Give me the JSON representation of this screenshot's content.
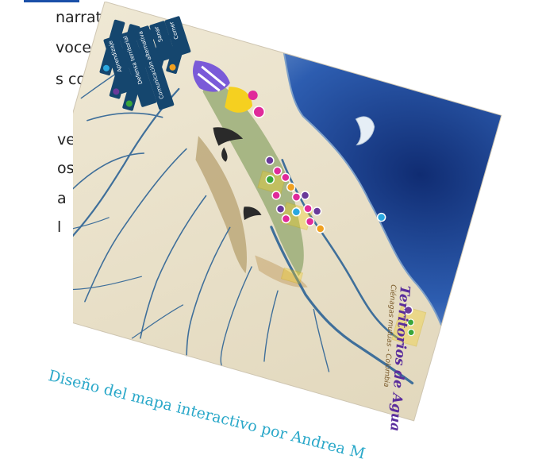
{
  "left_text_lines": [
    "narrati-",
    "voces",
    "s co-",
    "ver-",
    "os",
    "a",
    "l"
  ],
  "caption": "Diseño del mapa interactivo por Andrea M",
  "map": {
    "title": "Territorios de Agua",
    "subtitle": "Ciénagas mutuas - Colombia",
    "legend": [
      {
        "label": "Aprendizaje",
        "color": "#2aa8e0"
      },
      {
        "label": "Defensa territorial",
        "color": "#6a3a9a"
      },
      {
        "label": "Comunicación alternativa",
        "color": "#3aa63a"
      },
      {
        "label": "Sanar",
        "color": "#e040a0"
      },
      {
        "label": "Comer",
        "color": "#f0a020"
      }
    ],
    "colors": {
      "ocean_deep": "#1b3e8a",
      "ocean_mid": "#4a7fc6",
      "land": "#ece4cf",
      "river": "#3f6f9a",
      "mountain": "#8a9f68",
      "accent_magenta": "#e02a9a",
      "accent_yellow": "#f5d020"
    }
  }
}
